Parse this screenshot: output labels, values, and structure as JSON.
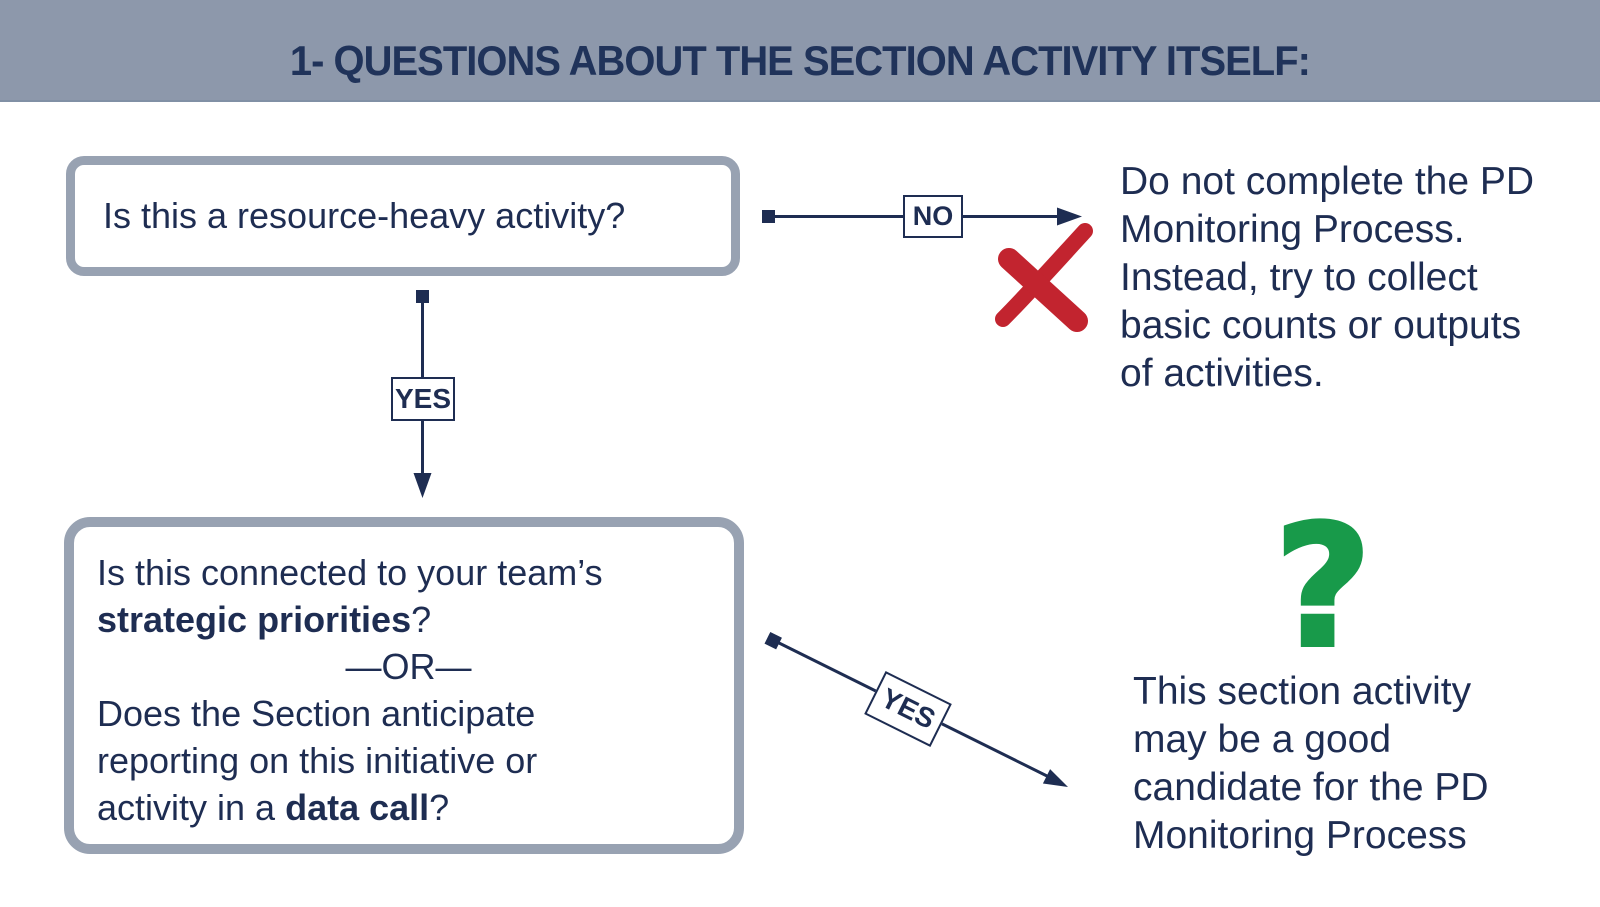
{
  "header": {
    "title": "1- QUESTIONS ABOUT THE SECTION ACTIVITY ITSELF:"
  },
  "colors": {
    "header_bg": "#8d98ab",
    "navy_text": "#1e2d52",
    "box_border": "#98a2b2",
    "x_mark_red": "#c2242f",
    "question_green": "#189a4a"
  },
  "flow": {
    "question1": {
      "text": "Is this a resource-heavy activity?"
    },
    "labels": {
      "no": "NO",
      "yes_down": "YES",
      "yes_diagonal": "YES"
    },
    "question2": {
      "line1": "Is this connected to your team’s",
      "line2_bold": "strategic priorities",
      "line2_suffix": "?",
      "or": "—OR—",
      "line3": "Does the Section anticipate",
      "line4": "reporting on this initiative or",
      "line5_prefix": "activity in a ",
      "line5_bold": "data call",
      "line5_suffix": "?"
    },
    "outcome_no": {
      "lines": [
        "Do not complete the PD",
        "Monitoring Process.",
        "Instead, try to collect",
        "basic counts or outputs",
        "of activities."
      ]
    },
    "outcome_yes": {
      "lines": [
        "This section activity",
        "may be a good",
        "candidate for the PD",
        "Monitoring Process"
      ]
    },
    "icons": {
      "x_mark": "red crossed check (no / stop)",
      "question_mark": "?"
    }
  }
}
